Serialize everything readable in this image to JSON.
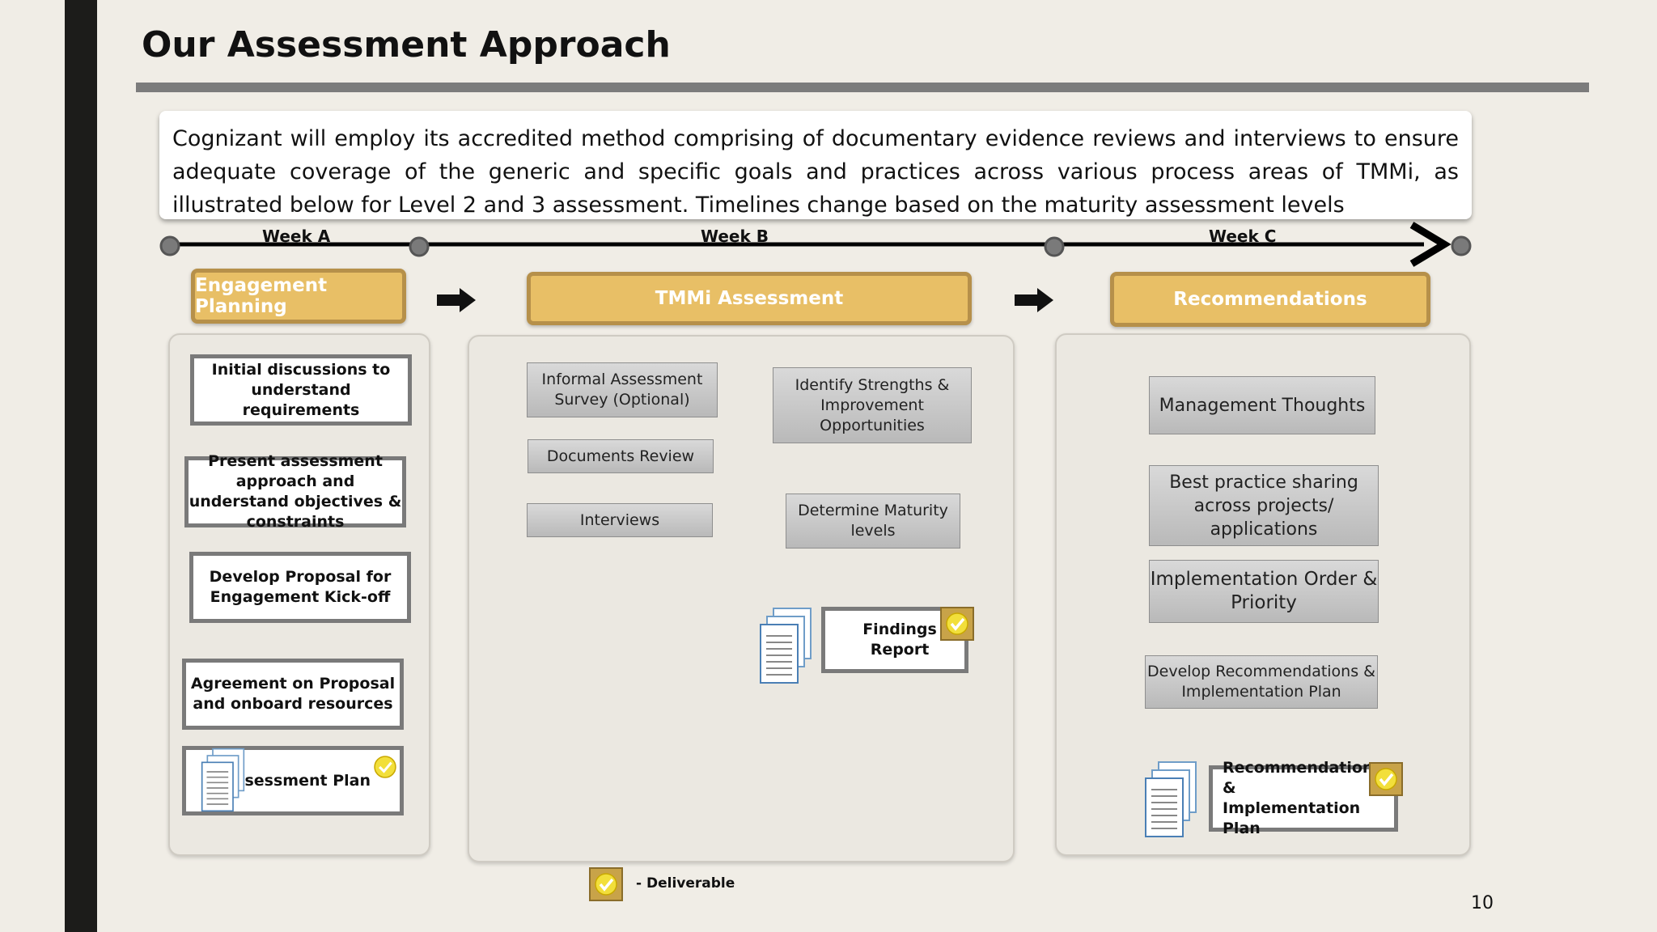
{
  "title": "Our Assessment Approach",
  "intro": "Cognizant will employ its accredited method comprising of documentary evidence reviews and interviews to ensure adequate coverage of the generic and specific goals and practices across various process areas of TMMi, as illustrated below for Level 2 and 3 assessment. Timelines change based on the maturity assessment levels",
  "timeline": {
    "weeks": [
      "Week A",
      "Week B",
      "Week C"
    ]
  },
  "phases": {
    "engagement": {
      "label": "Engagement Planning",
      "steps": [
        "Initial discussions to understand requirements",
        "Present assessment approach and understand objectives & constraints",
        "Develop Proposal for Engagement Kick-off",
        "Agreement on Proposal and onboard resources"
      ],
      "deliverable": "Assessment Plan"
    },
    "tmmi": {
      "label": "TMMi Assessment",
      "inputs": [
        "Informal Assessment Survey (Optional)",
        "Documents Review",
        "Interviews"
      ],
      "strengths": "Identify Strengths & Improvement Opportunities",
      "maturity": "Determine Maturity levels",
      "deliverable": "Findings Report"
    },
    "recommendations": {
      "label": "Recommendations",
      "inputs": [
        "Management Thoughts",
        "Best practice sharing across projects/ applications",
        "Implementation Order & Priority"
      ],
      "develop": "Develop Recommendations & Implementation Plan",
      "deliverable": "Recommendations & Implementation Plan"
    }
  },
  "legend": {
    "label": "-  Deliverable"
  },
  "page_number": "10",
  "colors": {
    "phase_fill": "#e8bf66",
    "phase_border": "#b6904a",
    "sidebar": "#1c1c1a",
    "rule": "#7c7c7c"
  }
}
